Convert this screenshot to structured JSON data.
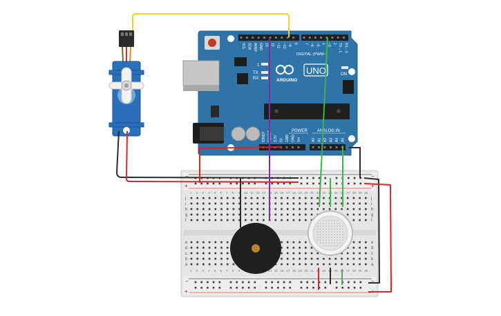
{
  "arduino": {
    "board_name": "UNO",
    "brand": "ARDUINO",
    "digital_label": "DIGITAL (PWM~)",
    "analog_label": "ANALOG IN",
    "power_label": "POWER",
    "on_label": "ON",
    "tx_label": "TX",
    "rx_label": "RX",
    "led_l": "L",
    "pin1_label": "1",
    "digital_pins": [
      "SCL",
      "SDA",
      "AREF",
      "GND",
      "13",
      "12",
      "~11",
      "~10",
      "~9",
      "8",
      "7",
      "~6",
      "~5",
      "4",
      "~3",
      "2",
      "TX→1",
      "RX←0"
    ],
    "power_pins": [
      "IOREF",
      "RESET",
      "3.3V",
      "5V",
      "GND",
      "GND",
      "Vin"
    ],
    "analog_pins": [
      "A0",
      "A1",
      "A2",
      "A3",
      "A4",
      "A5"
    ]
  },
  "breadboard": {
    "row_letters_top": [
      "j",
      "i",
      "h",
      "g",
      "f"
    ],
    "row_letters_bottom": [
      "e",
      "d",
      "c",
      "b",
      "a"
    ],
    "rail_minus": "−",
    "rail_plus": "+",
    "column_count": 30
  },
  "wire_colors": {
    "servo_signal": "#f2d530",
    "ground": "#2b2b2b",
    "power": "#d62727",
    "buzzer_signal": "#7a2fa0",
    "sensor_signal": "#3db54a"
  },
  "components": {
    "servo": "servo-motor",
    "buzzer": "piezo-buzzer",
    "sensor": "gas-sensor"
  }
}
